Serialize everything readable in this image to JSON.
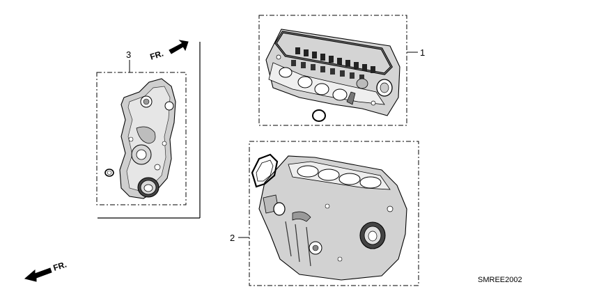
{
  "callouts": {
    "part_1": "1",
    "part_2": "2",
    "part_3": "3"
  },
  "direction_labels": {
    "front_top": "FR.",
    "front_bottom": "FR."
  },
  "diagram_code": "SMREE2002",
  "colors": {
    "ink": "#000000",
    "background": "#ffffff",
    "shade_light": "#d9d9d9",
    "shade_mid": "#a8a8a8",
    "shade_dark": "#555555"
  }
}
